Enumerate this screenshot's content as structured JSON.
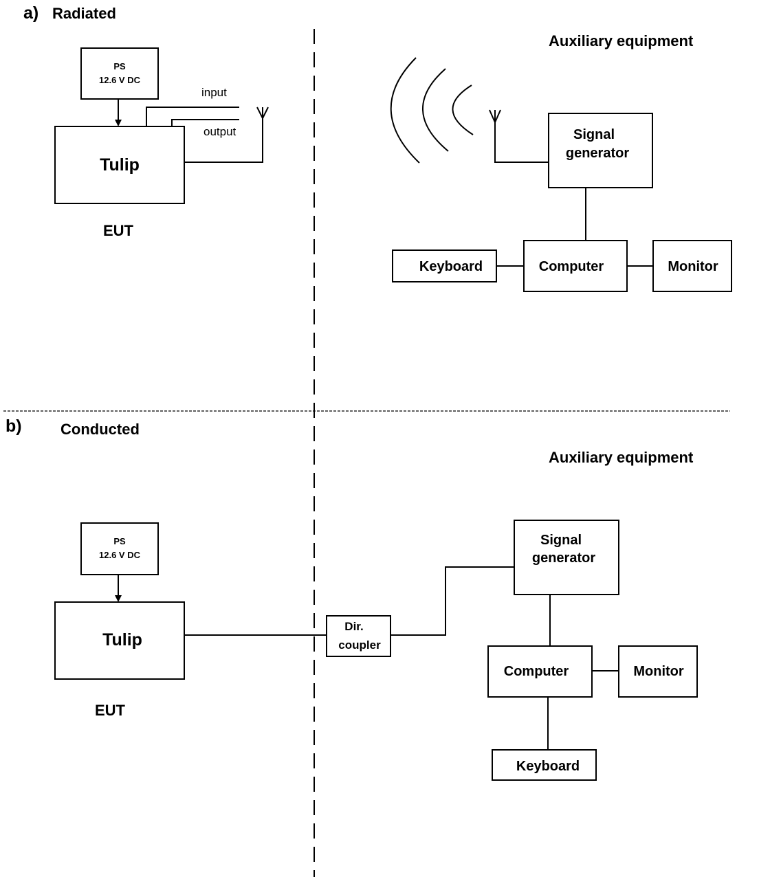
{
  "colors": {
    "line": "#000000",
    "background": "#ffffff"
  },
  "section_a": {
    "letter": "a)",
    "title": "Radiated",
    "aux_title": "Auxiliary equipment",
    "ps_line1": "PS",
    "ps_line2": "12.6 V DC",
    "tulip": "Tulip",
    "eut": "EUT",
    "input": "input",
    "output": "output",
    "siggen_line1": "Signal",
    "siggen_line2": "generator",
    "keyboard": "Keyboard",
    "computer": "Computer",
    "monitor": "Monitor",
    "icons": [
      "antenna-icon",
      "radio-wave-icon"
    ]
  },
  "section_b": {
    "letter": "b)",
    "title": "Conducted",
    "aux_title": "Auxiliary equipment",
    "ps_line1": "PS",
    "ps_line2": "12.6 V DC",
    "tulip": "Tulip",
    "eut": "EUT",
    "coupler_line1": "Dir.",
    "coupler_line2": "coupler",
    "siggen_line1": "Signal",
    "siggen_line2": "generator",
    "computer": "Computer",
    "monitor": "Monitor",
    "keyboard": "Keyboard"
  }
}
